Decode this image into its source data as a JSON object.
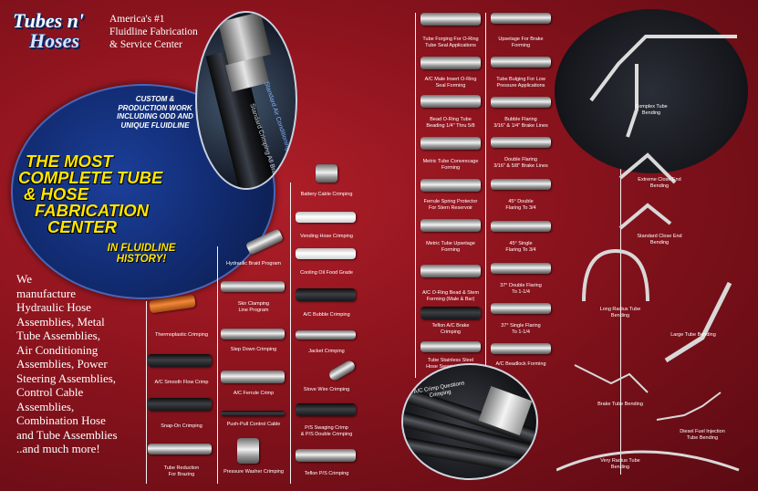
{
  "brand": {
    "logo_line1": "Tubes n'",
    "logo_line2": "Hoses",
    "tagline": [
      "America's #1",
      "Fluidline Fabrication",
      "& Service Center"
    ]
  },
  "hero": {
    "hose_brand_text": "Standard Air Conditioning",
    "hose_side_text": [
      "Standard Crimping",
      "All Brands"
    ],
    "custom_lines": [
      "CUSTOM &",
      "PRODUCTION WORK",
      "INCLUDING ODD AND",
      "UNIQUE FLUIDLINE"
    ],
    "headline_lines": [
      "THE MOST",
      "COMPLETE TUBE",
      "& HOSE",
      "FABRICATION",
      "CENTER"
    ],
    "sub_lines": [
      "IN FLUIDLINE",
      "HISTORY!"
    ]
  },
  "manufacture": {
    "lines": [
      "We",
      "manufacture",
      "Hydraulic Hose",
      "Assemblies, Metal",
      "Tube Assemblies,",
      "Air Conditioning",
      "Assemblies, Power",
      "Steering Assemblies,",
      "Control Cable",
      "Assemblies,",
      "Combination Hose",
      "and Tube Assemblies",
      "..and much more!"
    ]
  },
  "col1": [
    {
      "caption": [
        "Thermoplastic Crimping"
      ]
    },
    {
      "caption": [
        "A/C Smooth Flow Crimp"
      ]
    },
    {
      "caption": [
        "Snap-On Crimping"
      ]
    },
    {
      "caption": [
        "Tube Reduction",
        "For Brazing"
      ]
    }
  ],
  "col2": [
    {
      "caption": [
        "Hydraulic Braid Program"
      ]
    },
    {
      "caption": [
        "Skir Clamping",
        "Line Program"
      ]
    },
    {
      "caption": [
        "Step Down Crimping"
      ]
    },
    {
      "caption": [
        "A/C Ferrule Crimp"
      ]
    },
    {
      "caption": [
        "Push-Pull Control Cable"
      ]
    },
    {
      "caption": [
        "Pressure Washer Crimping"
      ]
    }
  ],
  "col3": [
    {
      "caption": [
        "Battery Cable Crimping"
      ]
    },
    {
      "caption": [
        "Vending Hose Crimping"
      ]
    },
    {
      "caption": [
        "Cooling Oil Food Grade"
      ]
    },
    {
      "caption": [
        "A/C Bubble Crimping"
      ]
    },
    {
      "caption": [
        "Jacket Crimping"
      ]
    },
    {
      "caption": [
        "Stove Wire Crimping"
      ]
    },
    {
      "caption": [
        "P/S Swaging Crimp",
        "& P/S Double Crimping"
      ]
    },
    {
      "caption": [
        "Teflon P/S Crimping"
      ]
    }
  ],
  "col4": [
    {
      "caption": [
        "Tube Forging For O-Ring",
        "Tube Seal Applications"
      ]
    },
    {
      "caption": [
        "A/C Male Insert O-Ring",
        "Seal Forming"
      ]
    },
    {
      "caption": [
        "Bead O-Ring Tube",
        "Beading 1/4\" Thru 5/8"
      ]
    },
    {
      "caption": [
        "Metric Tube Convexcage",
        "Forming"
      ]
    },
    {
      "caption": [
        "Ferrule Spring Protector",
        "For Stern Reservoir"
      ]
    },
    {
      "caption": [
        "Metric Tube Upsetage",
        "Forming"
      ]
    },
    {
      "caption": [
        "A/C O-Ring Bead & Stem",
        "Forming (Male & Bar)"
      ]
    },
    {
      "caption": [
        "Teflon A/C Brake",
        "Crimping"
      ]
    },
    {
      "caption": [
        "Tube Stainless Steel",
        "Hose Swaging To 7/8\""
      ]
    }
  ],
  "col5": [
    {
      "caption": [
        "Upsetage For Brake",
        "Forming"
      ]
    },
    {
      "caption": [
        "Tube Bulging For Low",
        "Pressure Applications"
      ]
    },
    {
      "caption": [
        "Bubble Flaring",
        "3/16\" & 1/4\" Brake Lines"
      ]
    },
    {
      "caption": [
        "Double Flaring",
        "3/16\" & 5/8\" Brake Lines"
      ]
    },
    {
      "caption": [
        "45° Double",
        "Flaring To 3/4"
      ]
    },
    {
      "caption": [
        "45° Single",
        "Flaring To 3/4"
      ]
    },
    {
      "caption": [
        "37° Double Flaring",
        "To 1-1/4"
      ]
    },
    {
      "caption": [
        "37° Single Flaring",
        "To 1-1/4"
      ]
    },
    {
      "caption": [
        "A/C Beadlock Forming"
      ]
    }
  ],
  "dark_photo_caption": [
    "A/C Crimp Questions",
    "Crimping"
  ],
  "bending": {
    "complex": [
      "Complex Tube",
      "Bending"
    ],
    "extreme": [
      "Extreme Close End",
      "Bending"
    ],
    "standard": [
      "Standard Close End",
      "Bending"
    ],
    "long_radius": [
      "Long Radius Tube",
      "Bending"
    ],
    "large_tube": [
      "Large Tube Bending"
    ],
    "brake_tube": [
      "Brake Tube Bending"
    ],
    "diesel": [
      "Diesel Fuel Injection",
      "Tube Bending"
    ],
    "very_radius": [
      "Very Radius Tube",
      "Bending"
    ]
  }
}
